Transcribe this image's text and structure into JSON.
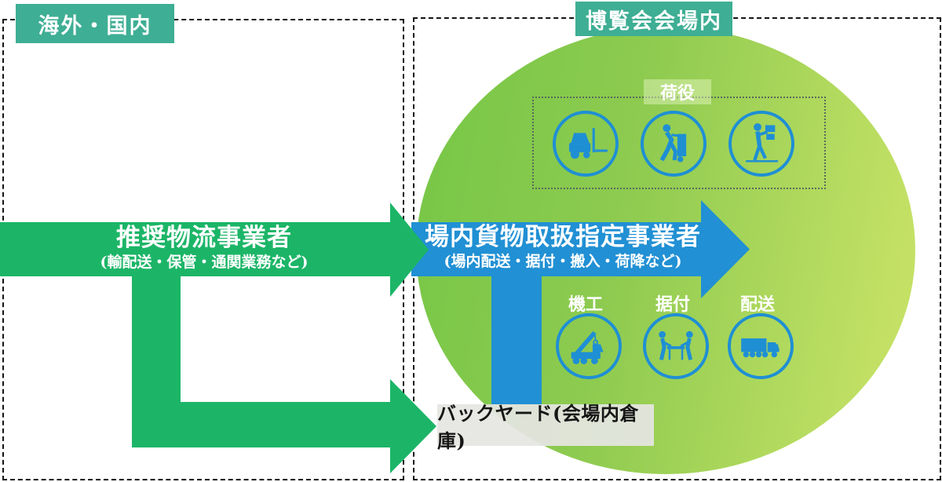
{
  "colors": {
    "zone_badge_teal": "#3eae94",
    "arrow_green": "#1cb567",
    "arrow_blue": "#2190d4",
    "ellipse_gradient_left": "#79c748",
    "ellipse_gradient_right": "#c4e165",
    "backyard_bg": "#e5e5e2",
    "icon_blue": "#1f8fd4"
  },
  "left_zone": {
    "badge": "海外・国内",
    "arrow": {
      "title": "推奨物流事業者",
      "subtitle": "(輸配送・保管・通関業務など)"
    }
  },
  "right_zone": {
    "badge": "博覧会会場内",
    "arrow": {
      "title": "場内貨物取扱指定事業者",
      "subtitle": "(場内配送・据付・搬入・荷降など)"
    },
    "cargo_group": {
      "label": "荷役",
      "icons": [
        {
          "name": "forklift-icon"
        },
        {
          "name": "handtruck-icon"
        },
        {
          "name": "carry-box-icon"
        }
      ]
    },
    "service_icons": [
      {
        "label": "機工",
        "name": "crane-truck-icon"
      },
      {
        "label": "据付",
        "name": "installation-icon"
      },
      {
        "label": "配送",
        "name": "delivery-truck-icon"
      }
    ],
    "backyard_label": "バックヤード(会場内倉庫)"
  }
}
